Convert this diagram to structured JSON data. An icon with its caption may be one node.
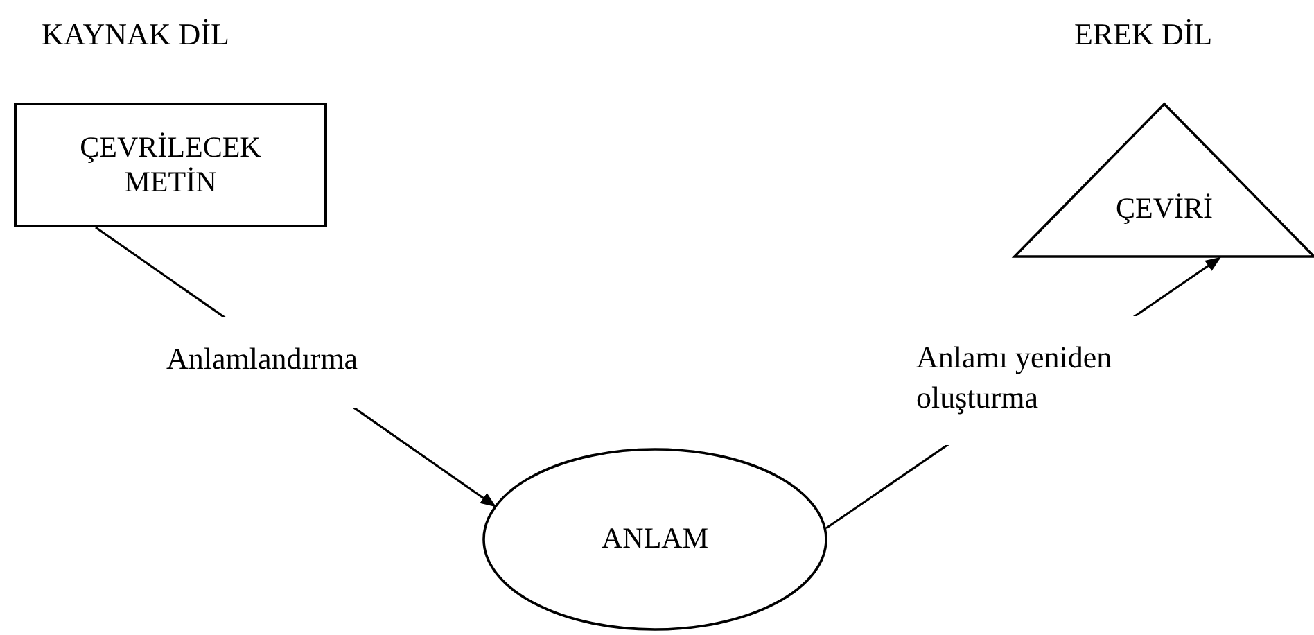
{
  "diagram": {
    "nodes": [
      {
        "text": [
          "ÇEVRİLECEK METİN"
        ]
      },
      {
        "text": [
          "ANLAM"
        ]
      },
      {
        "text": [
          "ÇEVİRİ"
        ]
      }
    ],
    "edges": [
      {
        "from": 0,
        "to": 1,
        "arrow": "to",
        "label": "Anlamlandırma"
      },
      {
        "from": 1,
        "to": 2,
        "arrow": "to",
        "label": "Anlamı yeniden oluşturma"
      }
    ],
    "labels": [
      "KAYNAK DİL",
      "EREK DİL"
    ]
  }
}
